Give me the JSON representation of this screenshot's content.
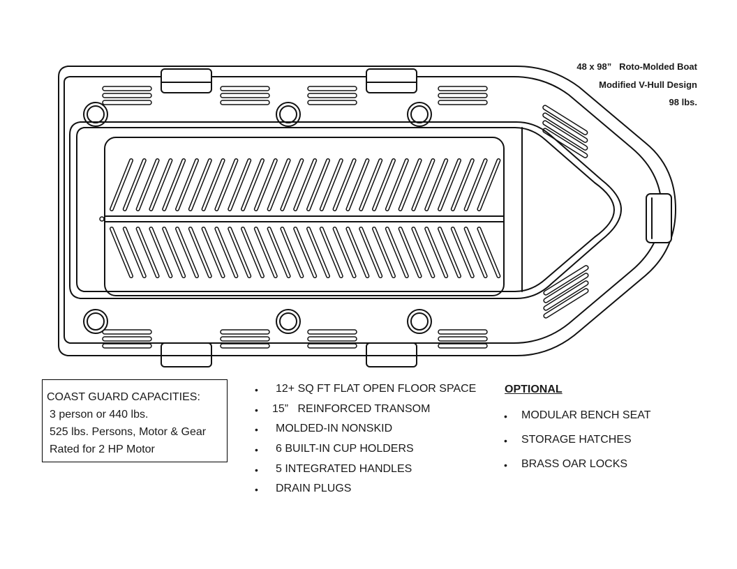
{
  "specs": {
    "line1": "48 x 98”   Roto-Molded Boat",
    "line2": "Modified V-Hull Design",
    "line3": "98 lbs."
  },
  "capacities": {
    "title": "COAST GUARD CAPACITIES:",
    "lines": [
      "3 person or 440 lbs.",
      "525 lbs. Persons, Motor & Gear",
      "Rated for 2 HP Motor"
    ]
  },
  "features": [
    "12+ SQ FT FLAT OPEN FLOOR SPACE",
    "15”   REINFORCED TRANSOM",
    "MOLDED-IN NONSKID",
    "6 BUILT-IN CUP HOLDERS",
    "5 INTEGRATED HANDLES",
    "DRAIN PLUGS"
  ],
  "optional": {
    "title": "OPTIONAL",
    "items": [
      "MODULAR BENCH SEAT",
      "STORAGE HATCHES",
      "BRASS OAR LOCKS"
    ]
  },
  "bullet_glyph": "•",
  "colors": {
    "line": "#111111",
    "background": "#ffffff"
  }
}
